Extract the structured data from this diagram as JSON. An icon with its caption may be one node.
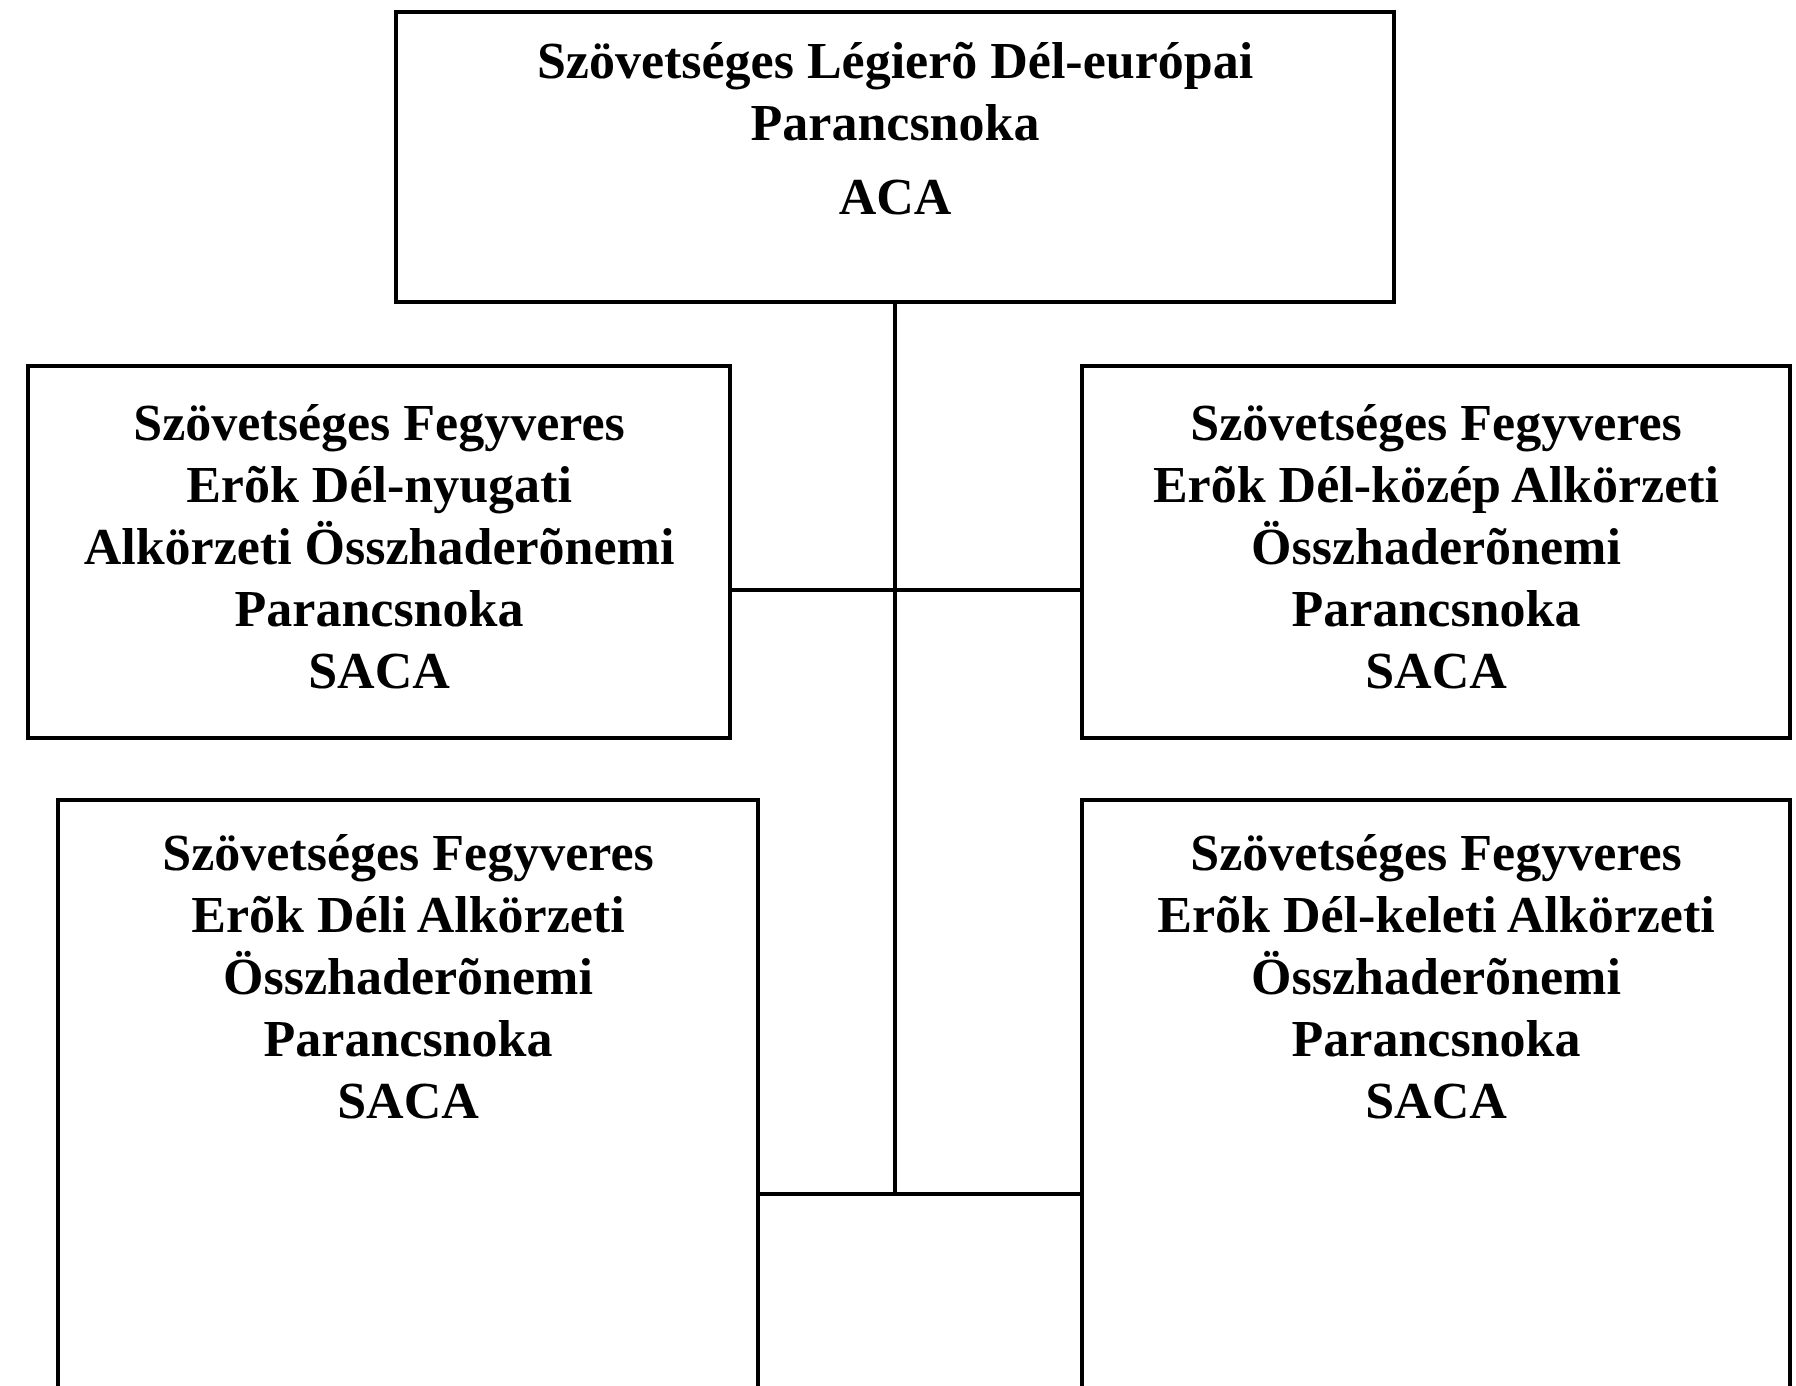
{
  "diagram": {
    "nodes": [
      {
        "text": [
          "Szövetséges Légierõ Dél-európai Parancsnoka",
          "ACA"
        ]
      },
      {
        "text": [
          "Szövetséges Fegyveres Erõk Dél-nyugati Alkörzeti Összhaderõnemi Parancsnoka",
          "SACA"
        ]
      },
      {
        "text": [
          "Szövetséges Fegyveres Erõk Dél-közép Alkörzeti Összhaderõnemi Parancsnoka",
          "SACA"
        ]
      },
      {
        "text": [
          "Szövetséges Fegyveres Erõk Déli Alkörzeti Összhaderõnemi Parancsnoka",
          "SACA"
        ]
      },
      {
        "text": [
          "Szövetséges Fegyveres Erõk Dél-keleti Alkörzeti Összhaderõnemi Parancsnoka",
          "SACA"
        ]
      }
    ],
    "edges": [
      {
        "from": 0,
        "to": 1,
        "arrow": "none"
      },
      {
        "from": 0,
        "to": 2,
        "arrow": "none"
      },
      {
        "from": 0,
        "to": 3,
        "arrow": "none"
      },
      {
        "from": 0,
        "to": 4,
        "arrow": "none"
      }
    ]
  }
}
